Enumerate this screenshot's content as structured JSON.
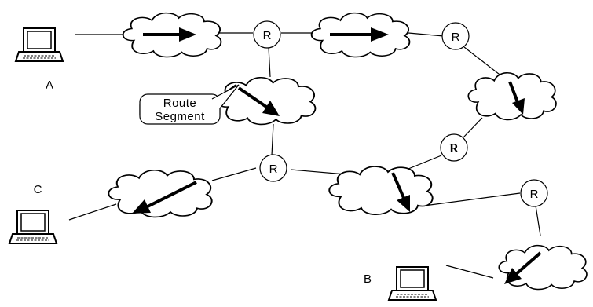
{
  "hosts": [
    {
      "id": "A",
      "label": "A"
    },
    {
      "id": "B",
      "label": "B"
    },
    {
      "id": "C",
      "label": "C"
    }
  ],
  "routers": [
    {
      "id": "r1",
      "label": "R"
    },
    {
      "id": "r2",
      "label": "R"
    },
    {
      "id": "r3",
      "label": "R"
    },
    {
      "id": "r4",
      "label": "R"
    },
    {
      "id": "r5",
      "label": "R"
    }
  ],
  "callout": {
    "line1": "Route",
    "line2": "Segment"
  }
}
